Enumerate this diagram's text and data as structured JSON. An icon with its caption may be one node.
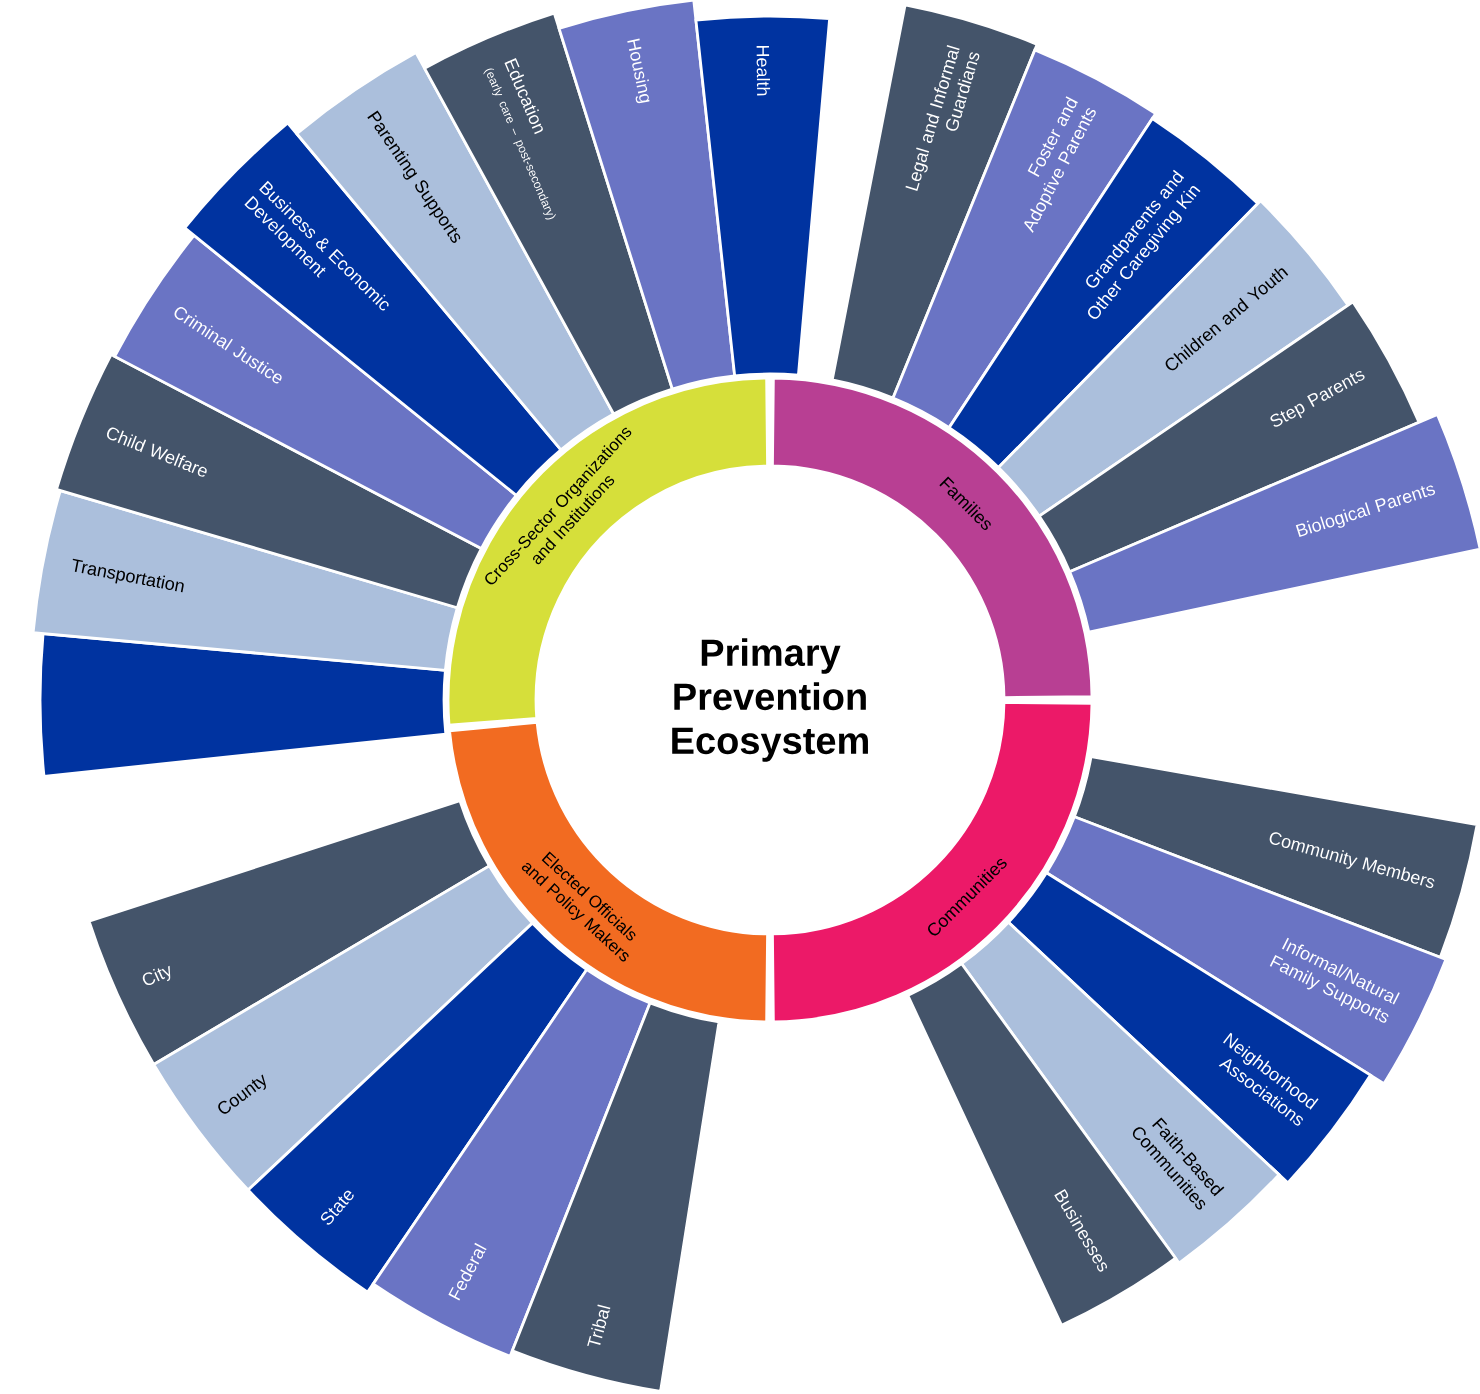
{
  "diagram": {
    "title": "Primary Prevention Ecosystem",
    "nodes": [
      {
        "text": [
          "Cross-Sector Organizations and Institutions"
        ]
      },
      {
        "text": [
          "Families"
        ]
      },
      {
        "text": [
          "Communities"
        ]
      },
      {
        "text": [
          "Elected Officials and Policy Makers"
        ]
      },
      {
        "text": [],
        "shape": "bar"
      },
      {
        "text": [
          "Transportation"
        ]
      },
      {
        "text": [
          "Child Welfare"
        ]
      },
      {
        "text": [
          "Criminal Justice"
        ]
      },
      {
        "text": [
          "Business & Economic Development"
        ]
      },
      {
        "text": [
          "Parenting Supports"
        ]
      },
      {
        "text": [
          "Education",
          "(early care – post-secondary)"
        ]
      },
      {
        "text": [
          "Housing"
        ]
      },
      {
        "text": [
          "Health"
        ]
      },
      {
        "text": [
          "Legal and Informal Guardians"
        ]
      },
      {
        "text": [
          "Foster and Adoptive Parents"
        ]
      },
      {
        "text": [
          "Grandparents and Other Caregiving Kin"
        ]
      },
      {
        "text": [
          "Children and Youth"
        ]
      },
      {
        "text": [
          "Step Parents"
        ]
      },
      {
        "text": [
          "Biological Parents"
        ]
      },
      {
        "text": [
          "Community Members"
        ]
      },
      {
        "text": [
          "Informal/Natural Family Supports"
        ]
      },
      {
        "text": [
          "Neighborhood Associations"
        ]
      },
      {
        "text": [
          "Faith-Based Communities"
        ]
      },
      {
        "text": [
          "Businesses"
        ]
      },
      {
        "text": [
          "City"
        ]
      },
      {
        "text": [
          "County"
        ]
      },
      {
        "text": [
          "State"
        ]
      },
      {
        "text": [
          "Federal"
        ]
      },
      {
        "text": [
          "Tribal"
        ]
      }
    ]
  }
}
